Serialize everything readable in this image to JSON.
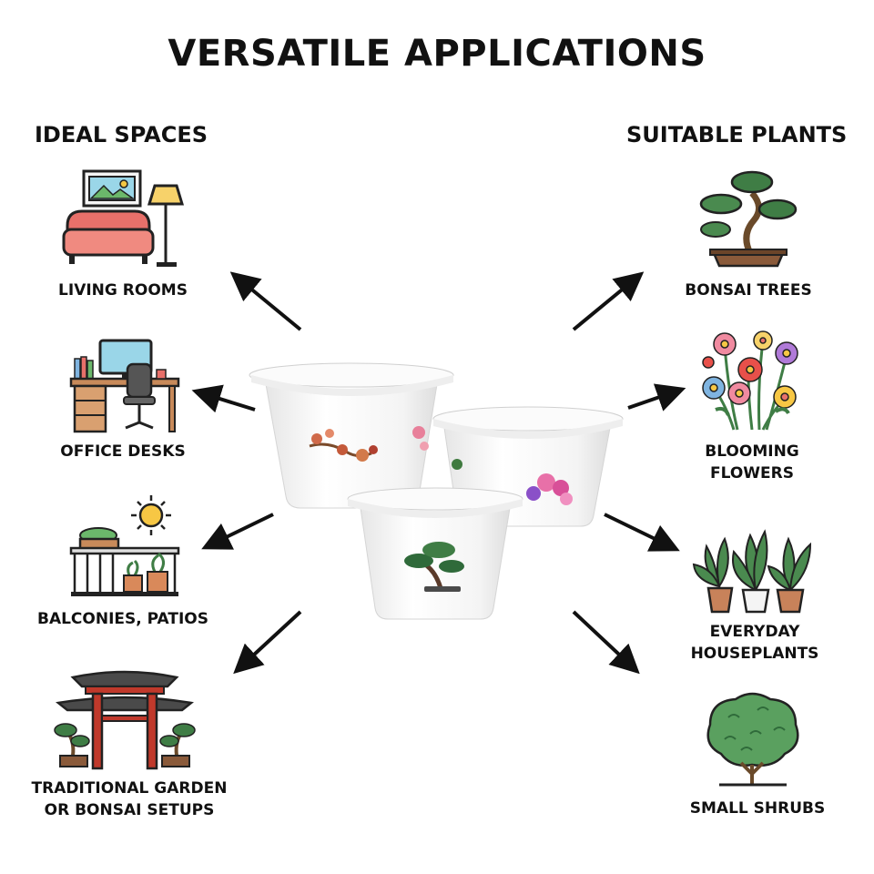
{
  "title": "VERSATILE APPLICATIONS",
  "left_heading": "IDEAL SPACES",
  "right_heading": "SUITABLE PLANTS",
  "spaces": [
    {
      "label": "LIVING ROOMS",
      "icon": "sofa-lamp-icon"
    },
    {
      "label": "OFFICE DESKS",
      "icon": "office-desk-icon"
    },
    {
      "label": "BALCONIES, PATIOS",
      "icon": "balcony-icon"
    },
    {
      "label": "TRADITIONAL GARDEN",
      "label2": "OR BONSAI SETUPS",
      "icon": "garden-gate-icon"
    }
  ],
  "plants": [
    {
      "label": "BONSAI TREES",
      "icon": "bonsai-tree-icon"
    },
    {
      "label": "BLOOMING",
      "label2": "FLOWERS",
      "icon": "flowers-icon"
    },
    {
      "label": "EVERYDAY",
      "label2": "HOUSEPLANTS",
      "icon": "houseplants-icon"
    },
    {
      "label": "SMALL SHRUBS",
      "icon": "shrub-icon"
    }
  ],
  "colors": {
    "text": "#111111",
    "arrow": "#111111",
    "pot": "#ffffff",
    "pot_shadow": "#e3e3e3"
  }
}
